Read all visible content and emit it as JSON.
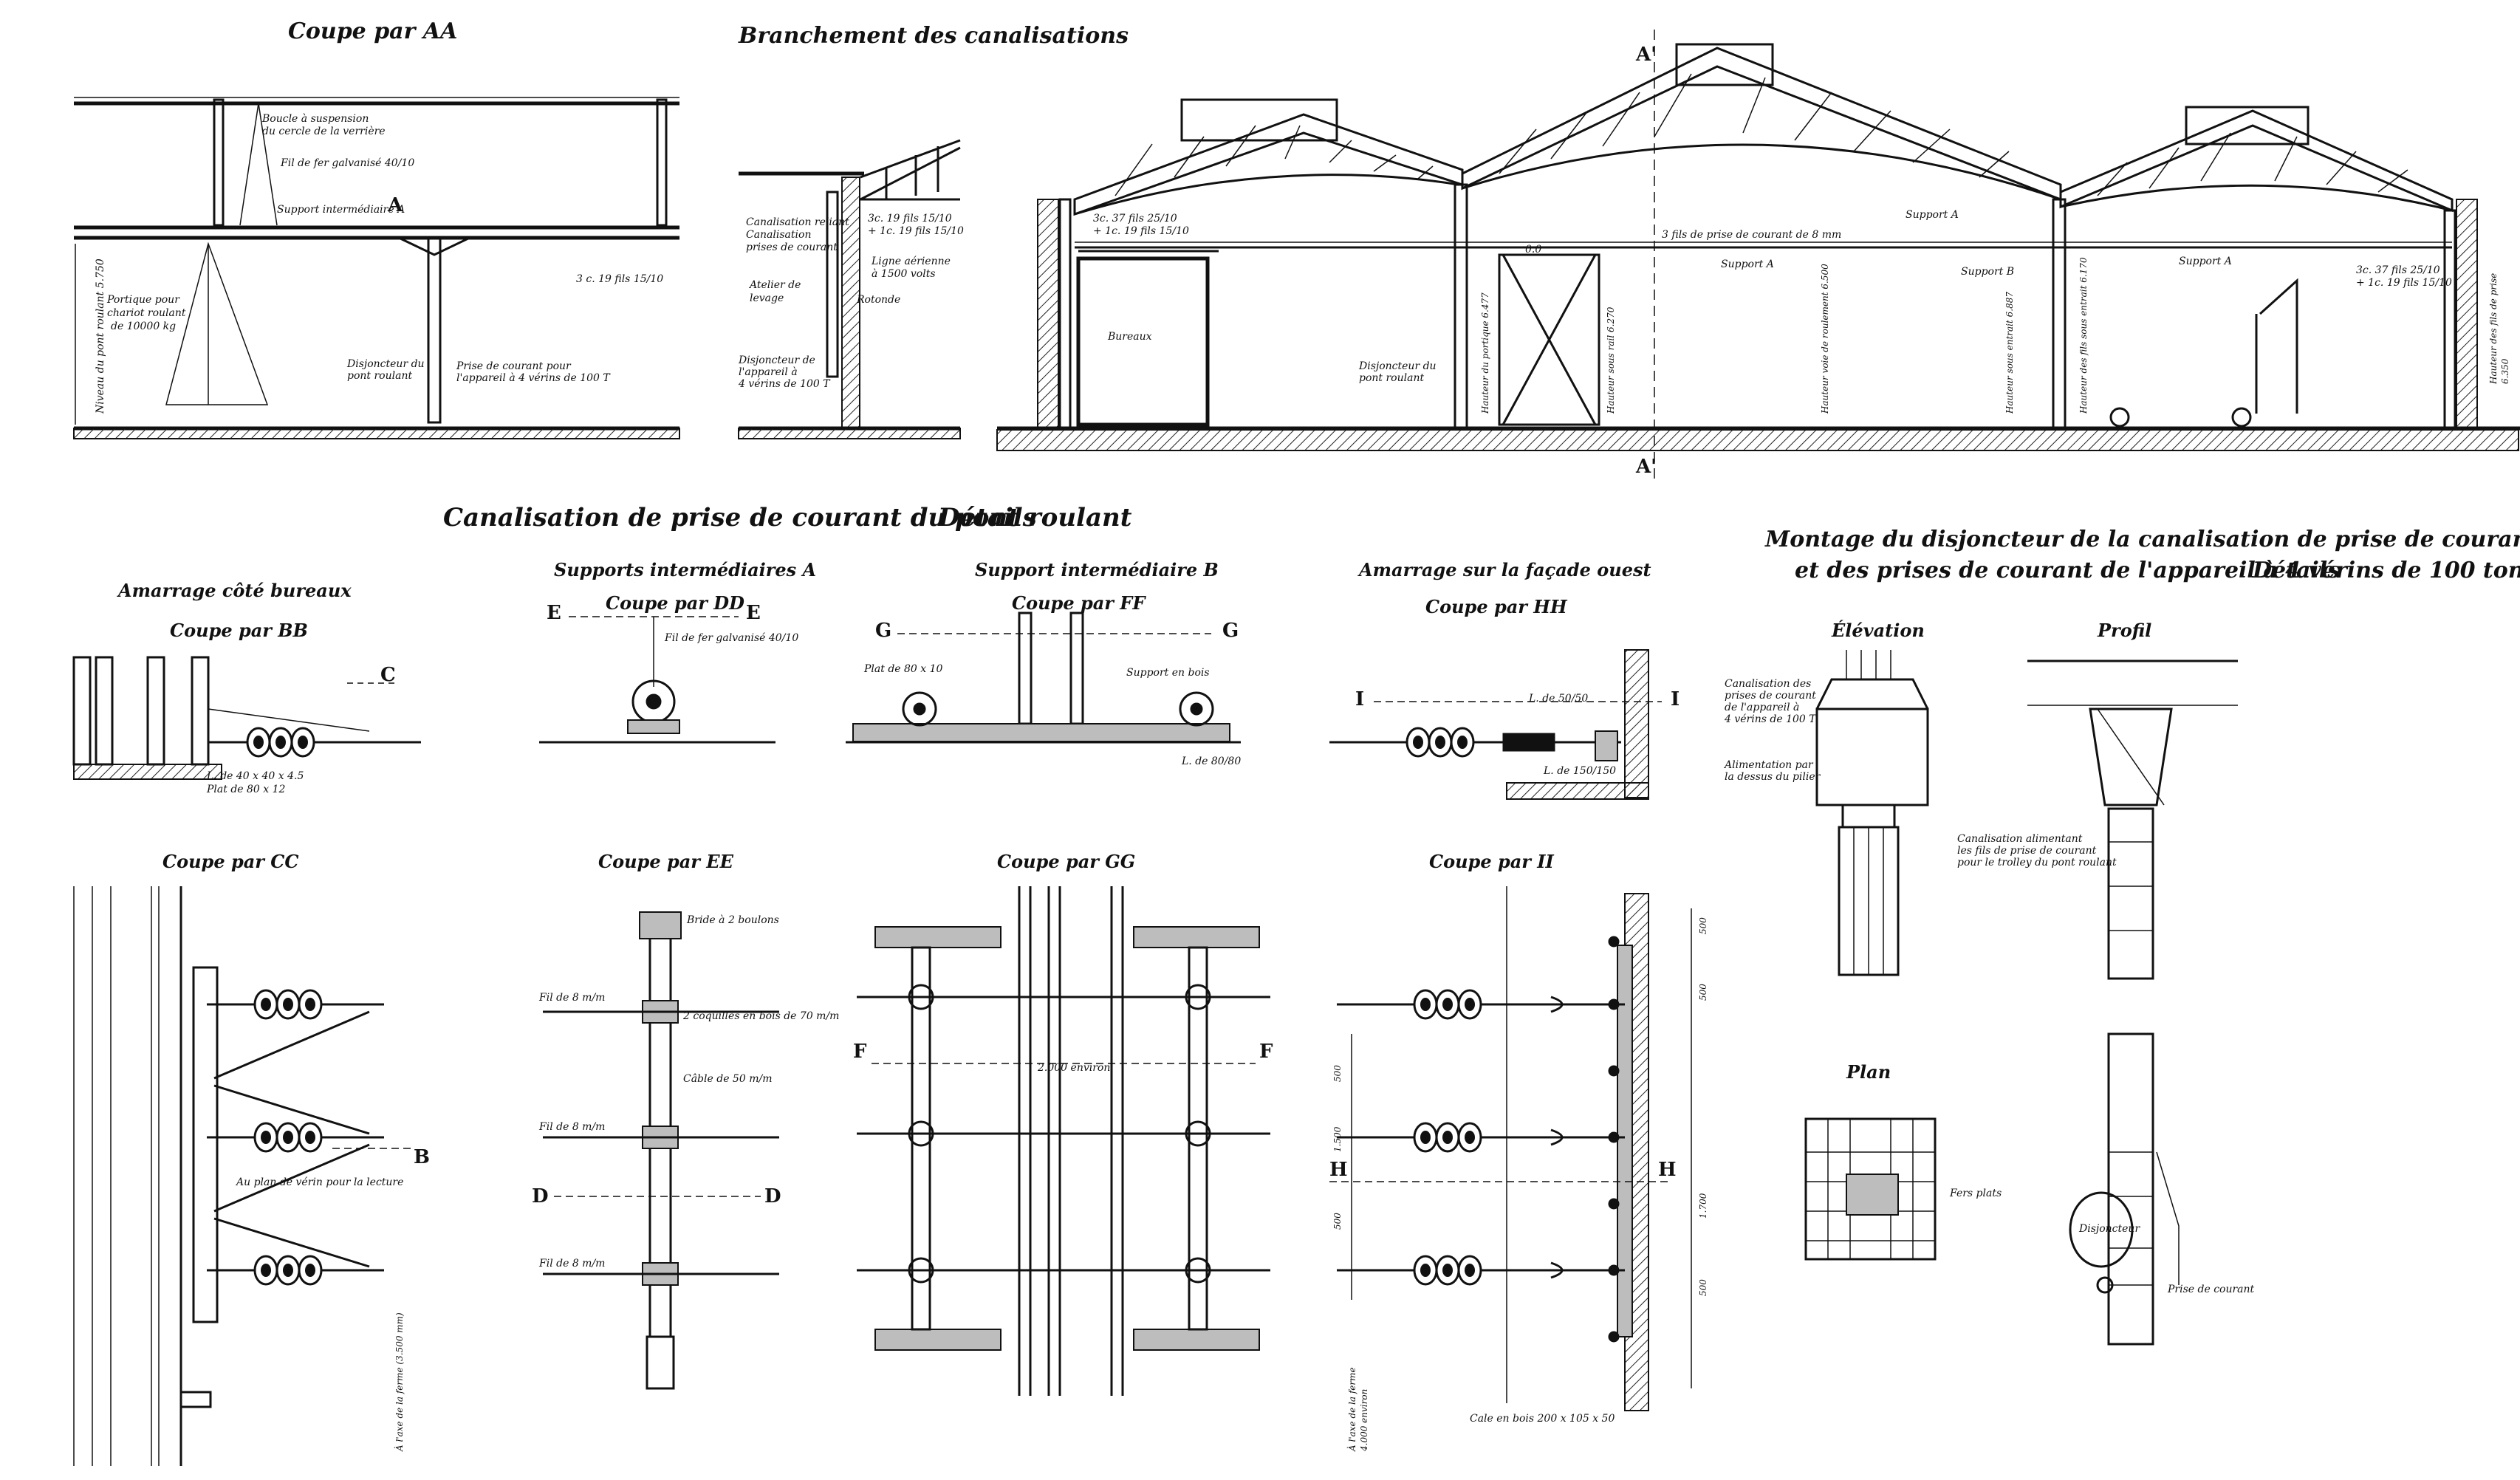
{
  "titles": {
    "coupe_aa": "Coupe par AA",
    "branchement": "Branchement des canalisations",
    "canalisation": "Canalisation de prise de courant du pont roulant",
    "canalisation_detail": "Détails",
    "montage_line1": "Montage du disjoncteur de la canalisation de prise de courant du pont roulant",
    "montage_line2": "et des prises de courant de l'appareil à 4 vérins de 100 tonnes",
    "montage_detail": "Détails",
    "amarrage_bureaux": "Amarrage côté bureaux",
    "coupe_bb": "Coupe par BB",
    "supports_a": "Supports intermédiaires A",
    "coupe_dd": "Coupe par DD",
    "support_b": "Support intermédiaire B",
    "coupe_ff": "Coupe par FF",
    "amarrage_ouest": "Amarrage sur la façade ouest",
    "coupe_hh": "Coupe par HH",
    "elevation": "Élévation",
    "profil": "Profil",
    "plan": "Plan",
    "coupe_cc": "Coupe par CC",
    "coupe_ee": "Coupe par EE",
    "coupe_gg": "Coupe par GG",
    "coupe_ii": "Coupe par II"
  },
  "section_letters": {
    "a": "A",
    "a_prime": "A'",
    "a_prime2": "A'",
    "b": "B",
    "c": "C",
    "d_left": "D",
    "d_right": "D",
    "e_left": "E",
    "e_right": "E",
    "f_left": "F",
    "f_right": "F",
    "g_left": "G",
    "g_right": "G",
    "h_left": "H",
    "h_right": "H",
    "i_left": "I",
    "i_right": "I"
  },
  "notes_aa": {
    "boucle": "Boucle à suspension",
    "boucle2": "du cercle de la verrière",
    "fil_galvanise": "Fil de fer galvanisé 40/10",
    "support_a": "Support intermédiaire A",
    "fils_3": "3 c. 19 fils 15/10",
    "portique": "Portique pour",
    "portique2": "chariot roulant",
    "portique3": "de 10000 kg",
    "disjoncteur": "Disjoncteur du",
    "disjoncteur2": "pont roulant",
    "prise": "Prise de courant pour",
    "prise2": "l'appareil à 4 vérins de 100 T",
    "niveau": "Niveau du pont roulant 5.750"
  },
  "notes_branch": {
    "canalisation": "Canalisation reliant",
    "canalisation2": "Canalisation",
    "canalisation3": "prises de courant",
    "atelier": "Atelier de",
    "atelier2": "levage",
    "rotonde": "Rotonde",
    "fils_a": "3c. 19 fils 15/10",
    "fils_b": "+ 1c. 19 fils 15/10",
    "ligne": "Ligne aérienne",
    "ligne2": "à 1500 volts",
    "disjoncteur": "Disjoncteur de",
    "disjoncteur2": "l'appareil à",
    "disjoncteur3": "4 vérins de 100 T"
  },
  "notes_hall": {
    "bureaux": "Bureaux",
    "fils_left_a": "3c. 37 fils 25/10",
    "fils_left_b": "+ 1c. 19 fils 15/10",
    "trois_fils": "3 fils de prise de courant de 8 mm",
    "support_a1": "Support A",
    "support_a2": "Support A",
    "support_a3": "Support A",
    "support_b": "Support B",
    "fils_right_a": "3c. 37 fils 25/10",
    "fils_right_b": "+ 1c. 19 fils 15/10",
    "dim_00": "0.0",
    "disjoncteur": "Disjoncteur du",
    "disjoncteur2": "pont roulant",
    "h1": "Hauteur du portique 6.477",
    "h2": "Hauteur sous rail 6.270",
    "h3": "Hauteur voie de roulement 6.500",
    "h4": "Hauteur sous entrait 6.887",
    "h5": "Hauteur des fils sous entrait 6.170",
    "h6": "Hauteur des fils de prise",
    "h7": "6.350"
  },
  "notes_details": {
    "l_bb": "L. de 40 x 40 x 4.5",
    "plat_bb": "Plat de 80 x 12",
    "fil_dd": "Fil de fer galvanisé 40/10",
    "plat_ff": "Plat de 80 x 10",
    "support_bois": "Support en bois",
    "l_ff": "L. de 80/80",
    "l_hh": "L. de 50/50",
    "l_hh2": "L. de 150/150",
    "canal_montage": "Canalisation des",
    "canal_montage2": "prises de courant",
    "canal_montage3": "de l'appareil à",
    "canal_montage4": "4 vérins de 100 T",
    "alim": "Alimentation par",
    "alim2": "la dessus du pilier",
    "canal_alim": "Canalisation alimentant",
    "canal_alim2": "les fils de prise de courant",
    "canal_alim3": "pour le trolley du pont roulant",
    "fers_plats": "Fers plats",
    "disjoncteur": "Disjoncteur",
    "prise": "Prise de courant"
  },
  "notes_lower": {
    "plan_cc": "Au plan de vérin pour la lecture",
    "axe_cc": "À l'axe de la ferme (3.500 mm)",
    "bride_ee": "Bride à 2 boulons",
    "fil_ee1": "Fil de 8 m/m",
    "fil_ee2": "Fil de 8 m/m",
    "fil_ee3": "Fil de 8 m/m",
    "coquille": "2 coquilles en bois de 70 m/m",
    "cable_ee": "Câble de 50 m/m",
    "gg_dim": "2.000 environ",
    "cale": "Cale en bois 200 x 105 x 50",
    "axe_ii": "À l'axe de la ferme",
    "axe_ii2": "4.000 environ",
    "d500a": "500",
    "d500b": "500",
    "d500c": "500",
    "d500d": "500",
    "d500e": "500",
    "d1500": "1.500",
    "d1700": "1.700"
  }
}
